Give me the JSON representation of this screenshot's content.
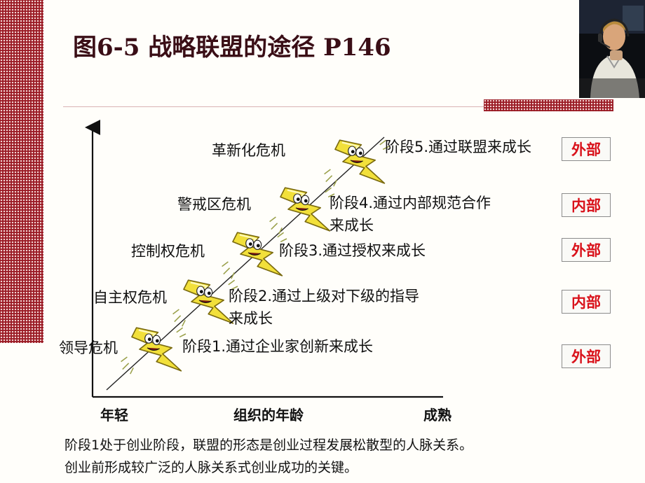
{
  "title": "图6-5 战略联盟的途径 P146",
  "crises": [
    "革新化危机",
    "警戒区危机",
    "控制权危机",
    "自主权危机",
    "领导危机"
  ],
  "stages": [
    {
      "line1": "阶段5.通过联盟来成长",
      "line2": ""
    },
    {
      "line1": "阶段4.通过内部规范合作",
      "line2": "来成长"
    },
    {
      "line1": "阶段3.通过授权来成长",
      "line2": ""
    },
    {
      "line1": "阶段2.通过上级对下级的指导",
      "line2": "来成长"
    },
    {
      "line1": "阶段1.通过企业家创新来成长",
      "line2": ""
    }
  ],
  "badges": [
    "外部",
    "内部",
    "外部",
    "内部",
    "外部"
  ],
  "axis": {
    "left": "年轻",
    "center": "组织的年龄",
    "right": "成熟"
  },
  "footnote": {
    "line1": "阶段1处于创业阶段，联盟的形态是创业过程发展松散型的人脉关系。",
    "line2": "创业前形成较广泛的人脉关系式创业成功的关键。"
  },
  "colors": {
    "accent": "#9a1a24",
    "badge_text": "#d9121b",
    "title": "#3a0e16",
    "bolt": "#f2e03a"
  },
  "icons": [
    "lightning-bolt-icon",
    "photo-man-with-headset"
  ]
}
